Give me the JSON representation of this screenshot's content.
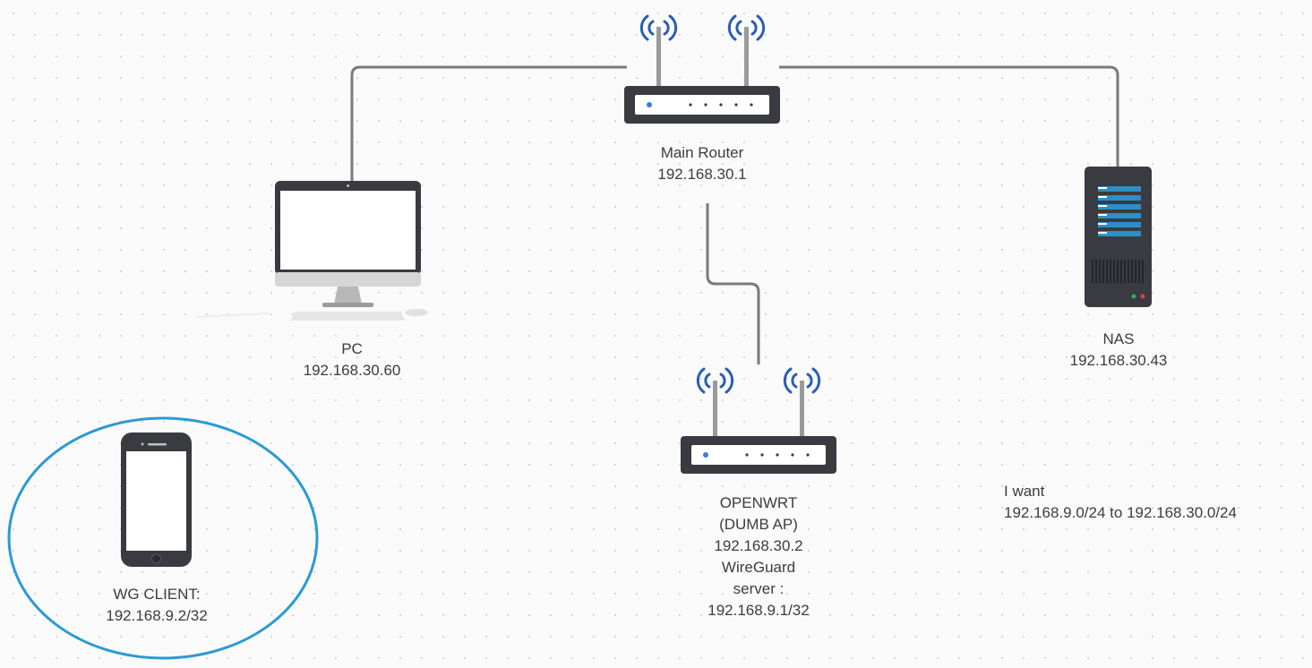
{
  "nodes": {
    "main_router": {
      "name": "Main Router",
      "ip": "192.168.30.1"
    },
    "pc": {
      "name": "PC",
      "ip": "192.168.30.60"
    },
    "nas": {
      "name": "NAS",
      "ip": "192.168.30.43"
    },
    "openwrt": {
      "lines": [
        "OPENWRT",
        "(DUMB AP)",
        "192.168.30.2",
        "WireGuard",
        "server :",
        "192.168.9.1/32"
      ]
    },
    "wg_client": {
      "name": "WG CLIENT:",
      "ip": "192.168.9.2/32"
    }
  },
  "note": {
    "line1": "I want",
    "line2": "192.168.9.0/24 to 192.168.30.0/24"
  },
  "colors": {
    "connector": "#7a7a7a",
    "device_dark": "#393b40",
    "wifi_blue": "#2a5fb0",
    "highlight_ellipse": "#2a9ad4",
    "screen": "#ffffff",
    "nas_stripe": "#2d8fc9",
    "led_blue": "#3b7be0",
    "led_green": "#2fae5f",
    "led_red": "#d64545"
  },
  "icons": [
    "router-icon",
    "desktop-pc-icon",
    "nas-server-icon",
    "smartphone-icon",
    "wifi-signal-icon"
  ]
}
